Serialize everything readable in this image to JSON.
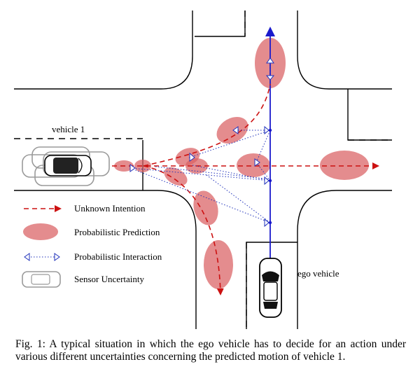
{
  "labels": {
    "vehicle1": "vehicle 1",
    "ego": "ego vehicle"
  },
  "legend": [
    {
      "key": "unknown-intention",
      "label": "Unknown Intention"
    },
    {
      "key": "probabilistic-prediction",
      "label": "Probabilistic Prediction"
    },
    {
      "key": "probabilistic-interaction",
      "label": "Probabilistic Interaction"
    },
    {
      "key": "sensor-uncertainty",
      "label": "Sensor Uncertainty"
    }
  ],
  "caption": "Fig. 1: A typical situation in which the ego vehicle has to decide for an action under various different uncertainties concerning the predicted motion of vehicle 1.",
  "colors": {
    "intention": "#cc1111",
    "prediction": "#d95f62",
    "interaction": "#2233bb",
    "ego_path": "#1a1acc"
  }
}
